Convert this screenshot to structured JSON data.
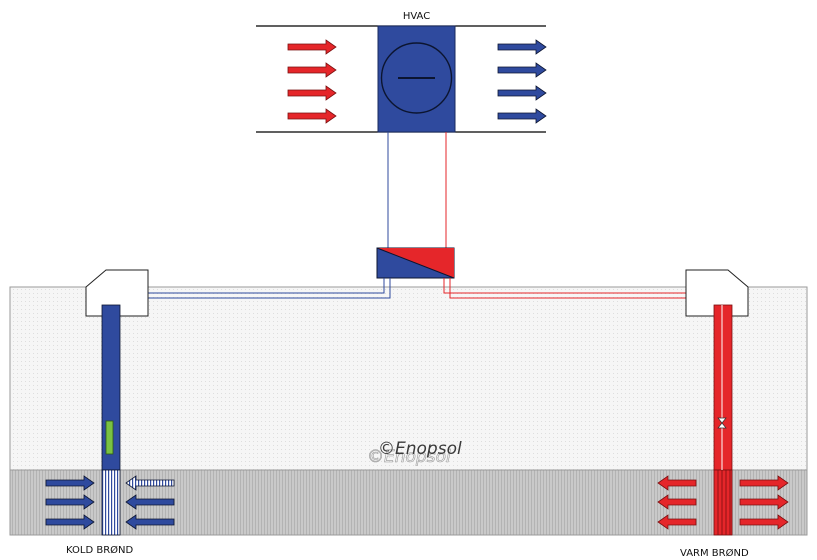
{
  "hvac": {
    "label": "HVAC",
    "supply_air_color": "#2f4a9e",
    "return_air_color": "#e5262a"
  },
  "heat_exchanger": {
    "icon": "heat-exchanger-icon"
  },
  "wells": {
    "cold": {
      "label": "KOLD BRØND",
      "color": "#2f4a9e"
    },
    "warm": {
      "label": "VARM BRØND",
      "color": "#e5262a"
    }
  },
  "pump_color": "#7ac143",
  "watermark": "©Enopsol"
}
